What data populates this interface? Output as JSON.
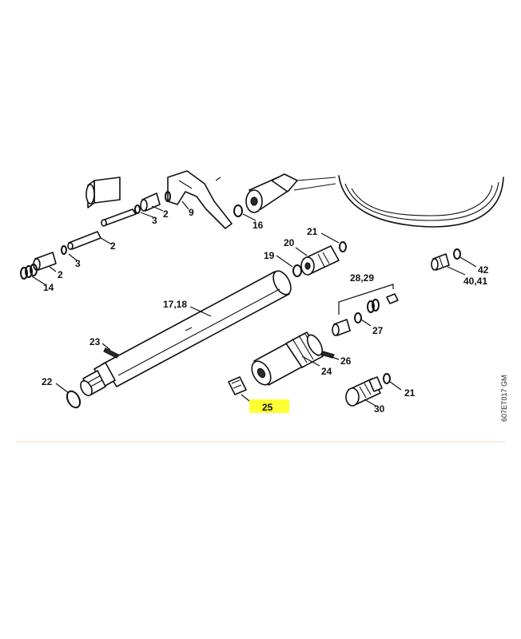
{
  "labels": {
    "l2a": "2",
    "l2b": "2",
    "l2c": "2",
    "l3a": "3",
    "l3b": "3",
    "l9": "9",
    "l14": "14",
    "l16": "16",
    "l17_18": "17,18",
    "l19": "19",
    "l20": "20",
    "l21a": "21",
    "l21b": "21",
    "l22": "22",
    "l23": "23",
    "l24": "24",
    "l25": "25",
    "l26": "26",
    "l27": "27",
    "l28_29": "28,29",
    "l30": "30",
    "l40_41": "40,41",
    "l42": "42"
  },
  "drawing_code": "607ET017 GM",
  "highlight_color": "#ffff33"
}
